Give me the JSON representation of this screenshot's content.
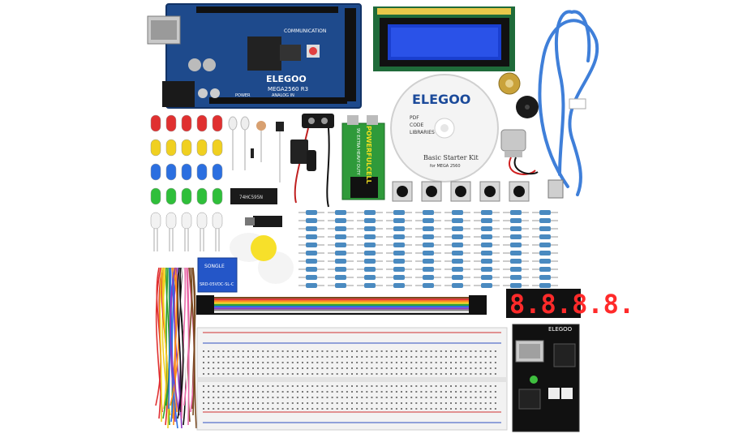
{
  "board": {
    "brand": "ELEGOO",
    "model": "MEGA2560 R3",
    "label_communication": "COMMUNICATION",
    "label_power": "POWER",
    "label_analog": "ANALOG IN"
  },
  "cd": {
    "brand": "ELEGOO",
    "line1": "PDF",
    "line2": "CODE",
    "line3": "LIBRARIES",
    "title": "Basic Starter Kit",
    "subtitle": "for MEGA 2560"
  },
  "battery": {
    "brand": "POWERFULCELL",
    "type": "9V EXTRA HEAVY DUTY"
  },
  "relay": {
    "model": "SRD-05VDC-SL-C",
    "brand": "SONGLE"
  },
  "ic": {
    "label": "74HC595N"
  },
  "power_module": {
    "brand": "ELEGOO"
  },
  "display": {
    "digits": "8.8.8.8."
  },
  "colors": {
    "board_blue": "#1e4a8c",
    "lcd_blue": "#1a3fd0",
    "cable_blue": "#3f7fd9",
    "led_red": "#e03030",
    "led_yellow": "#f0d020",
    "led_blue": "#2b6fe0",
    "led_green": "#2fbf3a",
    "seven_seg_red": "#ff2a2a",
    "battery_green": "#2f9a3a"
  }
}
